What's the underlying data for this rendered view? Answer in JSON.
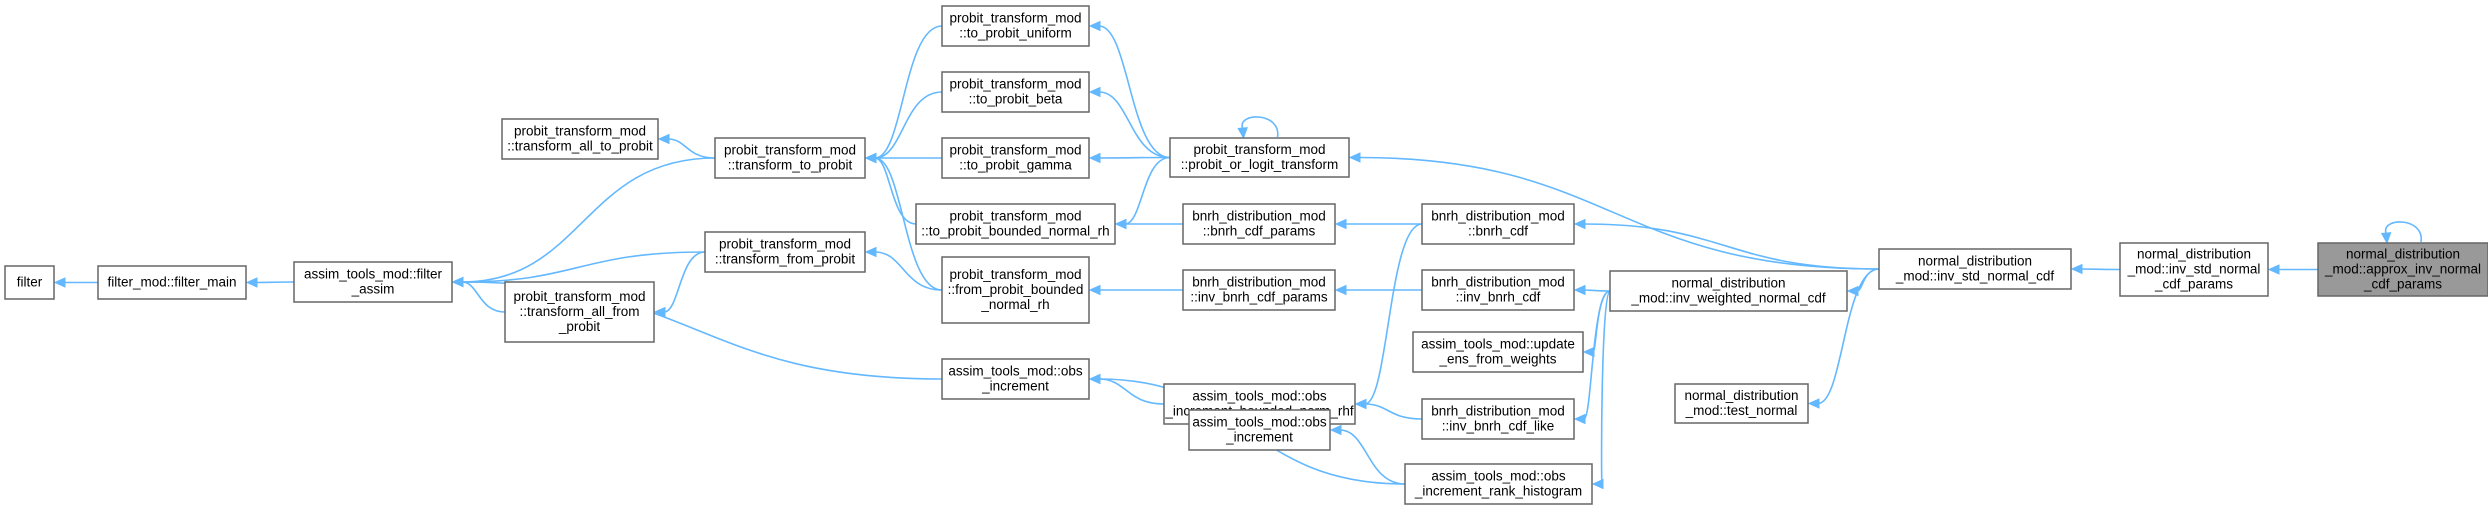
{
  "graph": {
    "nodes": [
      {
        "id": "approx_inv",
        "lines": [
          "normal_distribution",
          "_mod::approx_inv_normal",
          "_cdf_params"
        ],
        "focus": true
      },
      {
        "id": "inv_std_params",
        "lines": [
          "normal_distribution",
          "_mod::inv_std_normal",
          "_cdf_params"
        ]
      },
      {
        "id": "inv_std_cdf",
        "lines": [
          "normal_distribution",
          "_mod::inv_std_normal_cdf"
        ]
      },
      {
        "id": "test_normal",
        "lines": [
          "normal_distribution",
          "_mod::test_normal"
        ]
      },
      {
        "id": "inv_weighted",
        "lines": [
          "normal_distribution",
          "_mod::inv_weighted_normal_cdf"
        ]
      },
      {
        "id": "probit_or_logit",
        "lines": [
          "probit_transform_mod",
          "::probit_or_logit_transform"
        ]
      },
      {
        "id": "bnrh_cdf",
        "lines": [
          "bnrh_distribution_mod",
          "::bnrh_cdf"
        ]
      },
      {
        "id": "inv_bnrh_cdf",
        "lines": [
          "bnrh_distribution_mod",
          "::inv_bnrh_cdf"
        ]
      },
      {
        "id": "update_ens",
        "lines": [
          "assim_tools_mod::update",
          "_ens_from_weights"
        ]
      },
      {
        "id": "inv_bnrh_like",
        "lines": [
          "bnrh_distribution_mod",
          "::inv_bnrh_cdf_like"
        ]
      },
      {
        "id": "obs_inc_rank",
        "lines": [
          "assim_tools_mod::obs",
          "_increment_rank_histogram"
        ]
      },
      {
        "id": "to_probit_uniform",
        "lines": [
          "probit_transform_mod",
          "::to_probit_uniform"
        ]
      },
      {
        "id": "to_probit_beta",
        "lines": [
          "probit_transform_mod",
          "::to_probit_beta"
        ]
      },
      {
        "id": "to_probit_gamma",
        "lines": [
          "probit_transform_mod",
          "::to_probit_gamma"
        ]
      },
      {
        "id": "to_probit_bnrh",
        "lines": [
          "probit_transform_mod",
          "::to_probit_bounded_normal_rh"
        ]
      },
      {
        "id": "bnrh_cdf_params",
        "lines": [
          "bnrh_distribution_mod",
          "::bnrh_cdf_params"
        ]
      },
      {
        "id": "inv_bnrh_params",
        "lines": [
          "bnrh_distribution_mod",
          "::inv_bnrh_cdf_params"
        ]
      },
      {
        "id": "obs_inc_bnrhf",
        "lines": [
          "assim_tools_mod::obs",
          "_increment_bounded_norm_rhf"
        ]
      },
      {
        "id": "obs_increment_b",
        "lines": [
          "assim_tools_mod::obs",
          "_increment"
        ]
      },
      {
        "id": "transform_to_probit",
        "lines": [
          "probit_transform_mod",
          "::transform_to_probit"
        ]
      },
      {
        "id": "from_probit_bnrh",
        "lines": [
          "probit_transform_mod",
          "::from_probit_bounded",
          "_normal_rh"
        ]
      },
      {
        "id": "obs_increment_a",
        "lines": [
          "assim_tools_mod::obs",
          "_increment"
        ]
      },
      {
        "id": "transform_all_to",
        "lines": [
          "probit_transform_mod",
          "::transform_all_to_probit"
        ]
      },
      {
        "id": "transform_from_probit",
        "lines": [
          "probit_transform_mod",
          "::transform_from_probit"
        ]
      },
      {
        "id": "transform_all_from",
        "lines": [
          "probit_transform_mod",
          "::transform_all_from",
          "_probit"
        ]
      },
      {
        "id": "filter_assim",
        "lines": [
          "assim_tools_mod::filter",
          "_assim"
        ]
      },
      {
        "id": "filter_main",
        "lines": [
          "filter_mod::filter_main"
        ]
      },
      {
        "id": "filter",
        "lines": [
          "filter"
        ]
      }
    ],
    "edges": [
      [
        "approx_inv",
        "approx_inv"
      ],
      [
        "approx_inv",
        "inv_std_params"
      ],
      [
        "inv_std_params",
        "inv_std_cdf"
      ],
      [
        "inv_std_cdf",
        "probit_or_logit"
      ],
      [
        "inv_std_cdf",
        "bnrh_cdf"
      ],
      [
        "inv_std_cdf",
        "inv_weighted"
      ],
      [
        "inv_std_cdf",
        "test_normal"
      ],
      [
        "inv_weighted",
        "inv_bnrh_cdf"
      ],
      [
        "inv_weighted",
        "update_ens"
      ],
      [
        "inv_weighted",
        "inv_bnrh_like"
      ],
      [
        "inv_weighted",
        "obs_inc_rank"
      ],
      [
        "probit_or_logit",
        "probit_or_logit"
      ],
      [
        "probit_or_logit",
        "to_probit_uniform"
      ],
      [
        "probit_or_logit",
        "to_probit_beta"
      ],
      [
        "probit_or_logit",
        "to_probit_gamma"
      ],
      [
        "probit_or_logit",
        "to_probit_bnrh"
      ],
      [
        "bnrh_cdf",
        "bnrh_cdf_params"
      ],
      [
        "bnrh_cdf",
        "obs_inc_bnrhf"
      ],
      [
        "inv_bnrh_cdf",
        "inv_bnrh_params"
      ],
      [
        "inv_bnrh_like",
        "obs_inc_bnrhf"
      ],
      [
        "obs_inc_rank",
        "obs_increment_b"
      ],
      [
        "obs_inc_rank",
        "obs_increment_a"
      ],
      [
        "bnrh_cdf_params",
        "to_probit_bnrh"
      ],
      [
        "inv_bnrh_params",
        "from_probit_bnrh"
      ],
      [
        "obs_inc_bnrhf",
        "obs_increment_a"
      ],
      [
        "to_probit_uniform",
        "transform_to_probit"
      ],
      [
        "to_probit_beta",
        "transform_to_probit"
      ],
      [
        "to_probit_gamma",
        "transform_to_probit"
      ],
      [
        "to_probit_bnrh",
        "transform_to_probit"
      ],
      [
        "from_probit_bnrh",
        "transform_to_probit"
      ],
      [
        "from_probit_bnrh",
        "transform_from_probit"
      ],
      [
        "obs_increment_a",
        "filter_assim"
      ],
      [
        "transform_to_probit",
        "transform_all_to"
      ],
      [
        "transform_to_probit",
        "filter_assim"
      ],
      [
        "transform_from_probit",
        "transform_all_from"
      ],
      [
        "transform_from_probit",
        "filter_assim"
      ],
      [
        "transform_all_from",
        "filter_assim"
      ],
      [
        "filter_assim",
        "filter_main"
      ],
      [
        "filter_main",
        "filter"
      ]
    ]
  },
  "colors": {
    "edge": "#63b8ff",
    "node_border": "#666666",
    "node_fill": "#ffffff",
    "focus_fill": "#999999"
  }
}
